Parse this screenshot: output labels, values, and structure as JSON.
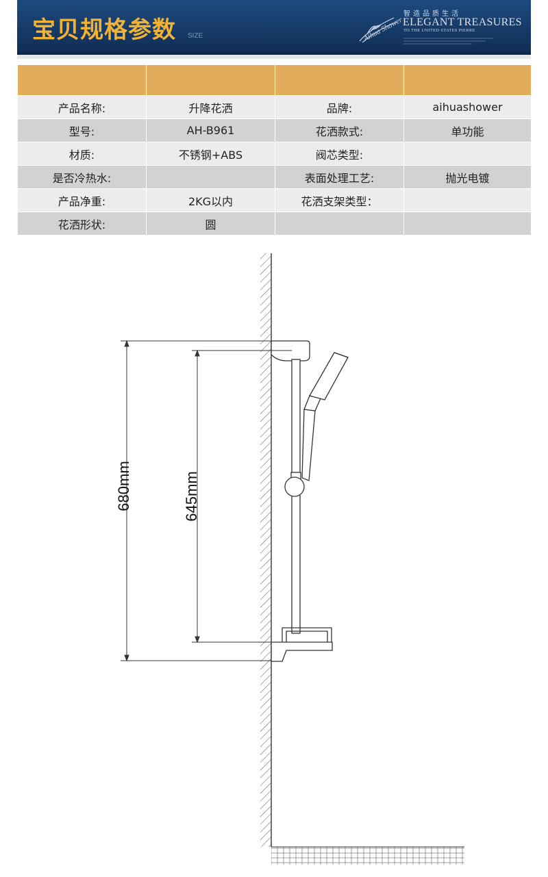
{
  "banner": {
    "title": "宝贝规格参数",
    "subtitle": "SIZE",
    "brand_cn": "智造品质生活",
    "brand_en": "ELEGANT TREASURES",
    "brand_en_sub": "TO THE UNITED STATES PIERRE"
  },
  "spec_table": {
    "rows": [
      [
        "产品名称:",
        "升降花洒",
        "品牌:",
        "aihuashower"
      ],
      [
        "型号:",
        "AH-B961",
        "花洒款式:",
        "单功能"
      ],
      [
        "材质:",
        "不锈钢+ABS",
        "阀芯类型:",
        ""
      ],
      [
        "是否冷热水:",
        "",
        "表面处理工艺:",
        "抛光电镀"
      ],
      [
        "产品净重:",
        "2KG以内",
        "花洒支架类型：",
        ""
      ],
      [
        "花洒形状:",
        "圆",
        "",
        ""
      ]
    ]
  },
  "diagram": {
    "outer_dimension": "680mm",
    "inner_dimension": "645mm"
  },
  "colors": {
    "banner_bg": "#163a67",
    "banner_title": "#f2b233",
    "table_header": "#e1ad5c",
    "row_light": "#ececec",
    "row_dark": "#d2d2d2"
  }
}
